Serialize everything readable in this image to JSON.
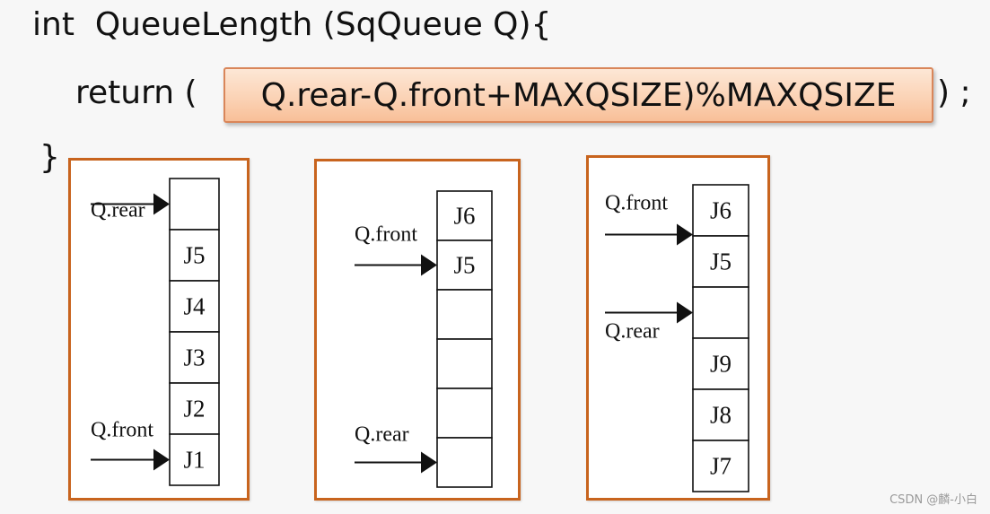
{
  "code": {
    "line1": "int  QueueLength (SqQueue Q){",
    "line2_start": "return (",
    "highlight": "Q.rear-Q.front+MAXQSIZE)%MAXQSIZE",
    "line2_end": ") ;",
    "line3": "}"
  },
  "panels": [
    {
      "cells": [
        "",
        "J5",
        "J4",
        "J3",
        "J2",
        "J1"
      ],
      "pointers": [
        {
          "label": "Q.rear",
          "cell": 0
        },
        {
          "label": "Q.front",
          "cell": 5
        }
      ]
    },
    {
      "cells": [
        "J6",
        "J5",
        "",
        "",
        "",
        ""
      ],
      "pointers": [
        {
          "label": "Q.front",
          "cell": 1
        },
        {
          "label": "Q.rear",
          "cell": 5
        }
      ]
    },
    {
      "cells": [
        "J6",
        "J5",
        "",
        "J9",
        "J8",
        "J7"
      ],
      "pointers": [
        {
          "label": "Q.front",
          "cell": 1
        },
        {
          "label": "Q.rear",
          "cell": 2
        }
      ]
    }
  ],
  "watermark": "CSDN @麟-小白",
  "colors": {
    "panel_border": "#c8641e",
    "highlight_fill": "#fbd3b6",
    "highlight_border": "#d9865a"
  }
}
